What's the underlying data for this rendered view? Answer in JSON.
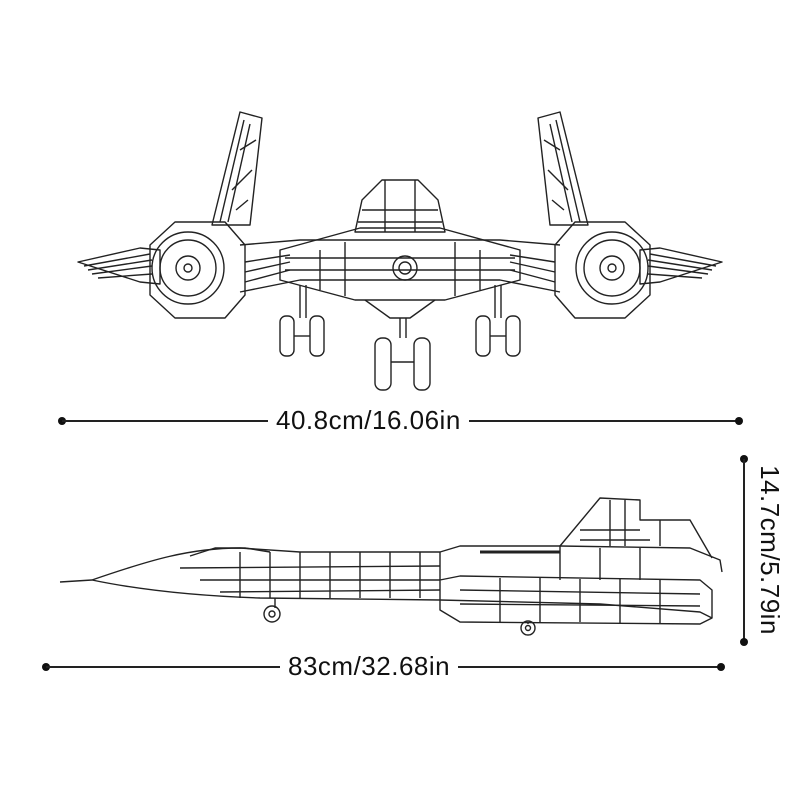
{
  "dimensions": {
    "width": "40.8cm/16.06in",
    "length": "83cm/32.68in",
    "height": "14.7cm/5.79in"
  },
  "views": {
    "front": "front-view-aircraft",
    "side": "side-view-aircraft"
  },
  "colors": {
    "line": "#222222",
    "background": "#ffffff"
  }
}
